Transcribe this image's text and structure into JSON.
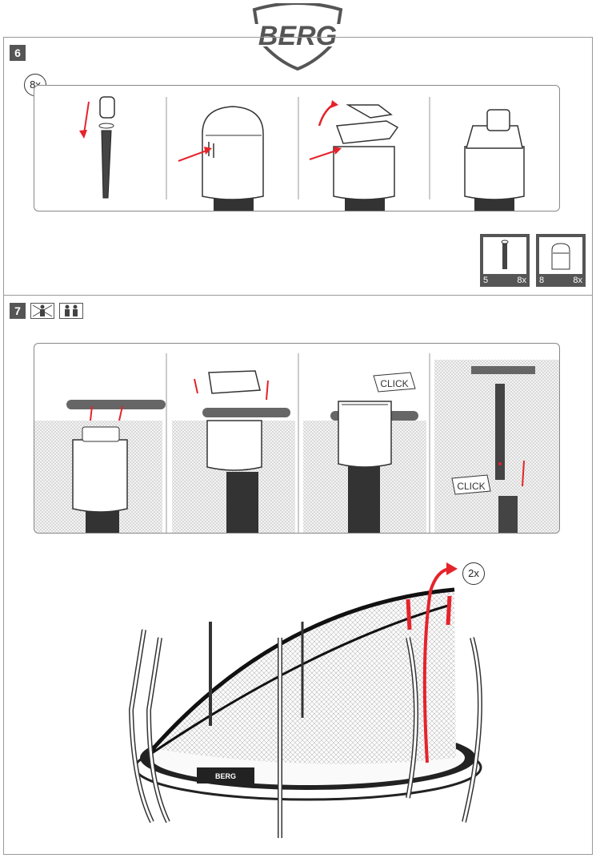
{
  "brand": {
    "logo_text": "BERG"
  },
  "colors": {
    "accent": "#e5232b",
    "dark": "#555555",
    "tube": "#3a3a3a"
  },
  "step6": {
    "number": "6",
    "multiplier": "8x",
    "parts": [
      {
        "id": "5",
        "qty": "8x",
        "icon": "pole-icon"
      },
      {
        "id": "8",
        "qty": "8x",
        "icon": "pole-cap-icon"
      }
    ]
  },
  "step7": {
    "number": "7",
    "people_icons": [
      "one-person-crossed-icon",
      "two-persons-icon"
    ],
    "click_labels": [
      "CLICK",
      "CLICK"
    ],
    "multiplier": "2x"
  }
}
